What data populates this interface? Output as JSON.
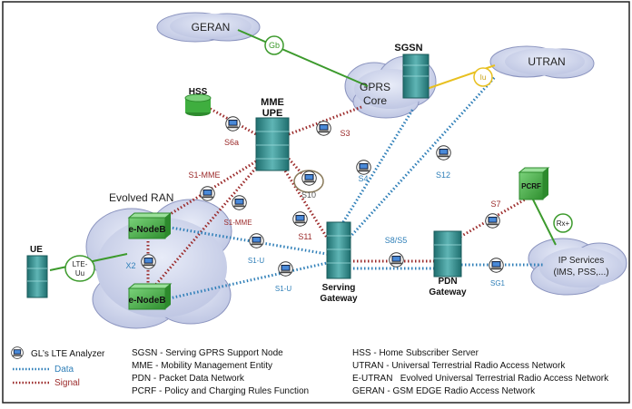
{
  "nodes": {
    "geran": "GERAN",
    "utran": "UTRAN",
    "gprs_core": "GPRS\nCore",
    "sgsn": "SGSN",
    "hss": "HSS",
    "mme_upe": "MME\nUPE",
    "evolved_ran": "Evolved RAN",
    "enodeb_top": "e-NodeB",
    "enodeb_bottom": "e-NodeB",
    "ue": "UE",
    "lte_uu": "LTE-\nUu",
    "serving_gateway": "Serving\nGateway",
    "pdn_gateway": "PDN\nGateway",
    "pcrf": "PCRF",
    "rx_plus": "Rx+",
    "ip_services": "IP Services\n(IMS, PSS,...)"
  },
  "interfaces": {
    "gb": "Gb",
    "iu": "Iu",
    "s6a": "S6a",
    "s3": "S3",
    "s1_mme_top": "S1-MME",
    "s1_mme_mid": "S1-MME",
    "s10": "S10",
    "s11": "S11",
    "s4": "S4",
    "s12": "S12",
    "s7": "S7",
    "x2": "X2",
    "s1u_top": "S1-U",
    "s1u_bottom": "S1-U",
    "s8_s5": "S8/S5",
    "sg1": "SG1"
  },
  "legend_key": {
    "analyzer": "GL’s LTE Analyzer",
    "data": "Data",
    "signal": "Signal"
  },
  "legend_defs": [
    "SGSN - Serving GPRS Support Node",
    "MME - Mobility Management Entity",
    "PDN - Packet Data Network",
    "PCRF - Policy and Charging Rules Function"
  ],
  "legend_defs2": [
    "HSS - Home Subscriber Server",
    "UTRAN - Universal Terrestrial Radio Access Network",
    "E-UTRAN   Evolved Universal Terrestrial Radio Access Network",
    "GERAN - GSM EDGE Radio Access Network"
  ],
  "colors": {
    "data": "#2f7fb8",
    "signal": "#9b2a2a",
    "green_link": "#3c9a2c",
    "yellow_link": "#e8c020",
    "cloud": "#c9cfe8",
    "server": "#2f8f8f",
    "enodeb": "#3fae3f"
  }
}
